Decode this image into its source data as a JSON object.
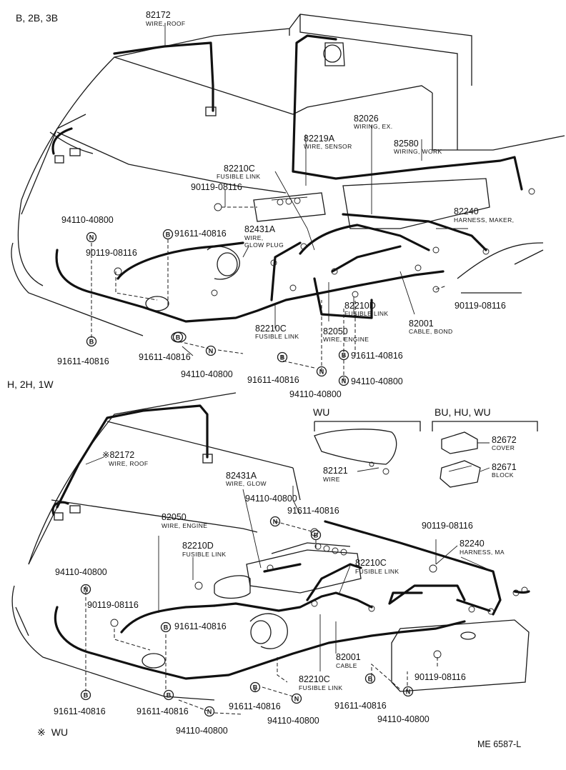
{
  "sections": {
    "top_title": "B, 2B, 3B",
    "bottom_title": "H, 2H, 1W",
    "wu_inset_title": "WU",
    "bu_inset_title": "BU, HU, WU"
  },
  "footnote": {
    "symbol": "※",
    "text": "WU"
  },
  "drawing_ref": "ME 6587-L",
  "top_parts": {
    "p82172": {
      "num": "82172",
      "desc": "WIRE, ROOF"
    },
    "p82026": {
      "num": "82026",
      "desc": "WIRING, EX."
    },
    "p82219a": {
      "num": "82219A",
      "desc": "WIRE, SENSOR"
    },
    "p82580": {
      "num": "82580",
      "desc": "WIRING, WORK"
    },
    "p82210c_a": {
      "num": "82210C",
      "desc": "FUSIBLE LINK"
    },
    "p90119_a": {
      "num": "90119-08116"
    },
    "p94110_a": {
      "num": "94110-40800",
      "mark": "N"
    },
    "p91611_a": {
      "num": "91611-40816",
      "mark": "B"
    },
    "p82431a": {
      "num": "82431A",
      "desc1": "WIRE,",
      "desc2": "GLOW PLUG"
    },
    "p82240": {
      "num": "82240",
      "desc": "HARNESS, MAKER,"
    },
    "p90119_b": {
      "num": "90119-08116"
    },
    "p82210d": {
      "num": "82210D",
      "desc": "FUSIBLE LINK"
    },
    "p82001": {
      "num": "82001",
      "desc": "CABLE, BOND"
    },
    "p82210c_b": {
      "num": "82210C",
      "desc": "FUSIBLE LINK"
    },
    "p82050": {
      "num": "82050",
      "desc": "WIRE, ENGINE"
    },
    "p91611_b": {
      "num": "91611-40816",
      "mark": "B"
    },
    "p91611_c": {
      "num": "91611-40816",
      "mark": "B"
    },
    "p91611_d": {
      "num": "91611-40816",
      "mark": "B"
    },
    "p94110_b": {
      "num": "94110-40800",
      "mark": "N"
    },
    "p94110_c": {
      "num": "94110-40800",
      "mark": "N"
    },
    "p94110_d": {
      "num": "94110-40800",
      "mark": "N"
    }
  },
  "bottom_parts": {
    "p82172": {
      "num": "82172",
      "prefix": "※",
      "desc": "WIRE, ROOF"
    },
    "p82431a": {
      "num": "82431A",
      "desc": "WIRE, GLOW"
    },
    "p94110_a": {
      "num": "94110-40800",
      "mark": "N"
    },
    "p91611_a": {
      "num": "91611-40816",
      "mark": "B"
    },
    "p82050": {
      "num": "82050",
      "desc": "WIRE, ENGINE"
    },
    "p82210d": {
      "num": "82210D",
      "desc": "FUSIBLE LINK"
    },
    "p94110_b": {
      "num": "94110-40800",
      "mark": "N"
    },
    "p90119_a": {
      "num": "90119-08116"
    },
    "p91611_b": {
      "num": "91611-40816",
      "mark": "B"
    },
    "p82210c_a": {
      "num": "82210C",
      "desc": "FUSIBLE LINK"
    },
    "p82001": {
      "num": "82001",
      "desc": "CABLE"
    },
    "p82210c_b": {
      "num": "82210C",
      "desc": "FUSIBLE LINK"
    },
    "p90119_b": {
      "num": "90119-08116"
    },
    "p82240": {
      "num": "82240",
      "desc": "HARNESS, MA"
    },
    "p82121": {
      "num": "82121",
      "desc": "WIRE"
    },
    "p82672": {
      "num": "82672",
      "desc": "COVER"
    },
    "p82671": {
      "num": "82671",
      "desc": "BLOCK"
    },
    "p91611_c": {
      "num": "91611-40816",
      "mark": "B"
    },
    "p91611_d": {
      "num": "91611-40816",
      "mark": "B"
    },
    "p91611_e": {
      "num": "91611-40816",
      "mark": "B"
    },
    "p91611_f": {
      "num": "91611-40816",
      "mark": "B"
    },
    "p94110_c": {
      "num": "94110-40800",
      "mark": "N"
    },
    "p94110_d": {
      "num": "94110-40800",
      "mark": "N"
    },
    "p94110_e": {
      "num": "94110-40800",
      "mark": "N"
    },
    "p90119_c": {
      "num": "90119-08116"
    }
  }
}
